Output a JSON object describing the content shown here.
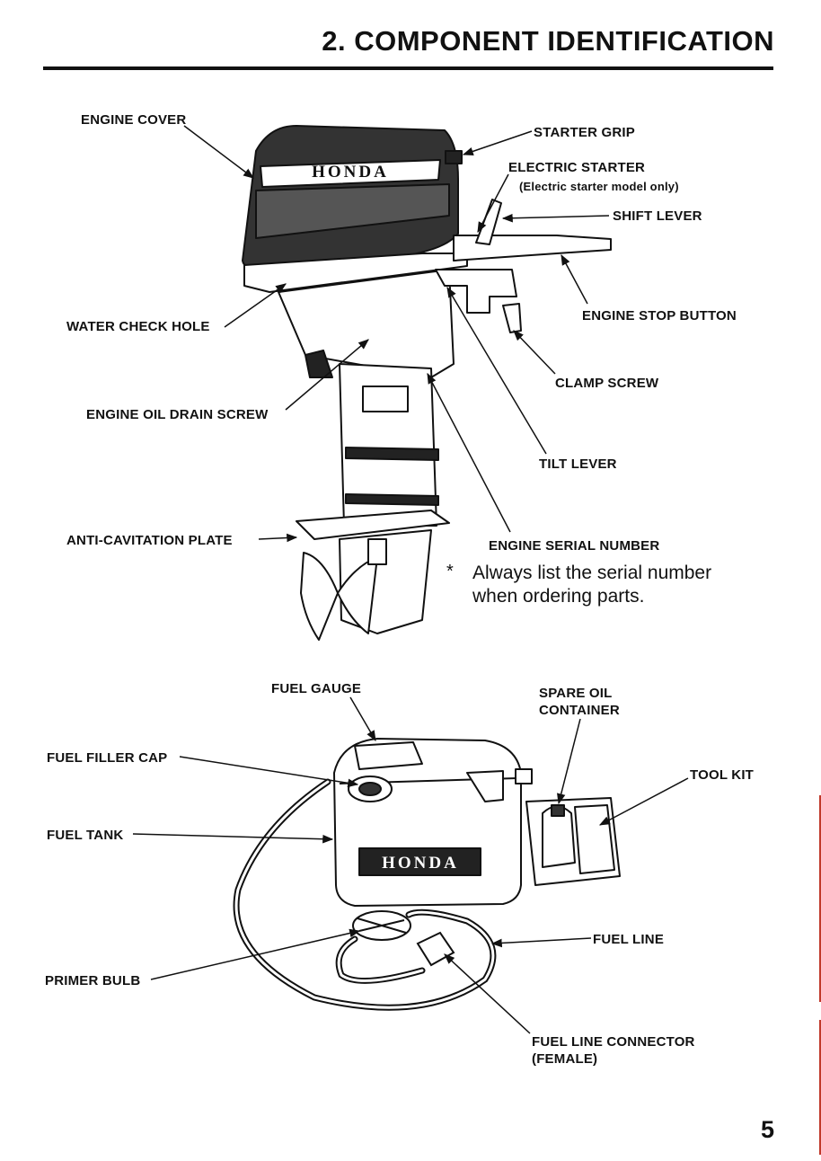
{
  "header": {
    "title": "2. COMPONENT IDENTIFICATION"
  },
  "outboard": {
    "brand": "HONDA",
    "labels": {
      "engine_cover": "ENGINE COVER",
      "starter_grip": "STARTER GRIP",
      "electric_starter": "ELECTRIC STARTER",
      "electric_starter_note": "(Electric starter model only)",
      "shift_lever": "SHIFT LEVER",
      "engine_stop_button": "ENGINE STOP BUTTON",
      "water_check_hole": "WATER CHECK HOLE",
      "clamp_screw": "CLAMP SCREW",
      "engine_oil_drain_screw": "ENGINE OIL DRAIN SCREW",
      "tilt_lever": "TILT LEVER",
      "anti_cavitation_plate": "ANTI-CAVITATION PLATE",
      "engine_serial_number": "ENGINE SERIAL NUMBER"
    },
    "note": {
      "marker": "*",
      "line1": "Always list the serial number",
      "line2": "when ordering parts."
    }
  },
  "fuel_system": {
    "brand": "HONDA",
    "labels": {
      "fuel_gauge": "FUEL GAUGE",
      "spare_oil_line1": "SPARE OIL",
      "spare_oil_line2": "CONTAINER",
      "fuel_filler_cap": "FUEL FILLER CAP",
      "tool_kit": "TOOL KIT",
      "fuel_tank": "FUEL TANK",
      "fuel_line": "FUEL LINE",
      "primer_bulb": "PRIMER BULB",
      "fuel_line_connector_line1": "FUEL LINE CONNECTOR",
      "fuel_line_connector_line2": "(FEMALE)"
    }
  },
  "footer": {
    "page_number": "5"
  }
}
